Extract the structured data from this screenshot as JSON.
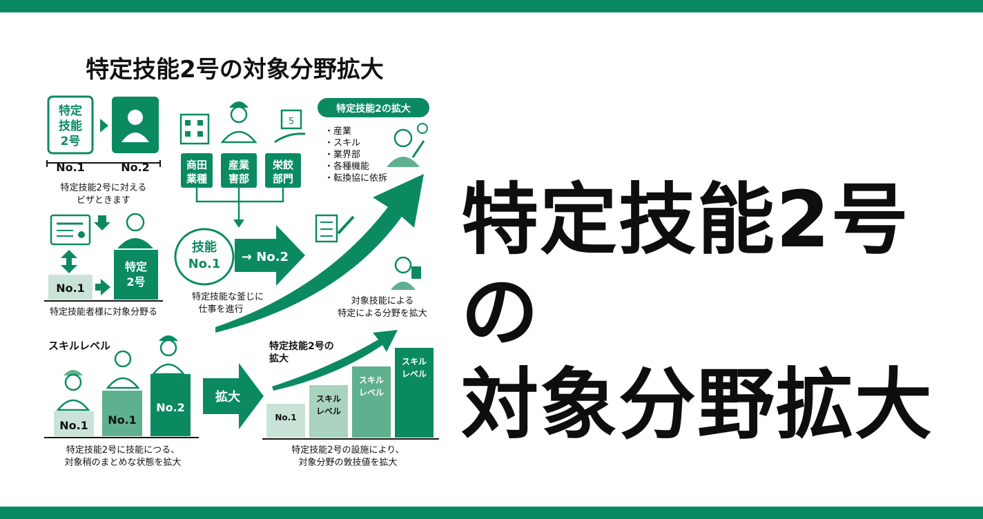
{
  "colors": {
    "accent": "#0a8a64",
    "light": "#5fb08e",
    "pale": "#a9d3bf",
    "text": "#111111"
  },
  "infographic": {
    "title": "特定技能2号の対象分野拡大",
    "sec1": {
      "card": [
        "特定",
        "技能",
        "2号"
      ],
      "no1": "No.1",
      "no2": "No.2",
      "caption": [
        "特定技能2号に対える",
        "ビザときます"
      ]
    },
    "sec2": {
      "box_no1": "No.1",
      "box_label": [
        "特定",
        "2号"
      ],
      "caption": "特定技能者様に対象分野る"
    },
    "sec3": {
      "dept_boxes": [
        [
          "商田",
          "業種"
        ],
        [
          "産業",
          "害部"
        ],
        [
          "栄餃",
          "部門"
        ]
      ],
      "ellipse": [
        "技能",
        "No.1"
      ],
      "arrow_label": "→ No.2",
      "caption": [
        "特定技能な釜じに",
        "仕事を進行"
      ]
    },
    "sec4": {
      "pill": "特定技能2の拡大",
      "bullets": [
        "・産業",
        "・スキル",
        "・業界部",
        "・各種機能",
        "・転換協に依拆"
      ],
      "caption": [
        "対象技能による",
        "特定による分野を拡大"
      ]
    },
    "sec5": {
      "heading": "スキルレベル",
      "steps": [
        "No.1",
        "No.1",
        "No.2"
      ],
      "expand_label": "拡大",
      "caption": [
        "特定技能2号に技能につる、",
        "対象稍のまとめな状態を拡大"
      ]
    },
    "sec6": {
      "heading": [
        "特定技能2号の",
        "拡大"
      ],
      "bars": [
        [
          "No.1"
        ],
        [
          "スキル",
          "レベル"
        ],
        [
          "スキル",
          "レベル"
        ],
        [
          "スキル",
          "レベル"
        ]
      ],
      "caption": [
        "特定技能2号の設施により、",
        "対象分野の敦技値を拡大"
      ]
    }
  },
  "headline": {
    "line1": "特定技能2号の",
    "line2": "対象分野拡大"
  },
  "chart_data": {
    "type": "bar",
    "categories": [
      "No.1",
      "スキルレベル",
      "スキルレベル",
      "スキルレベル"
    ],
    "values": [
      1,
      2,
      3,
      4
    ]
  }
}
